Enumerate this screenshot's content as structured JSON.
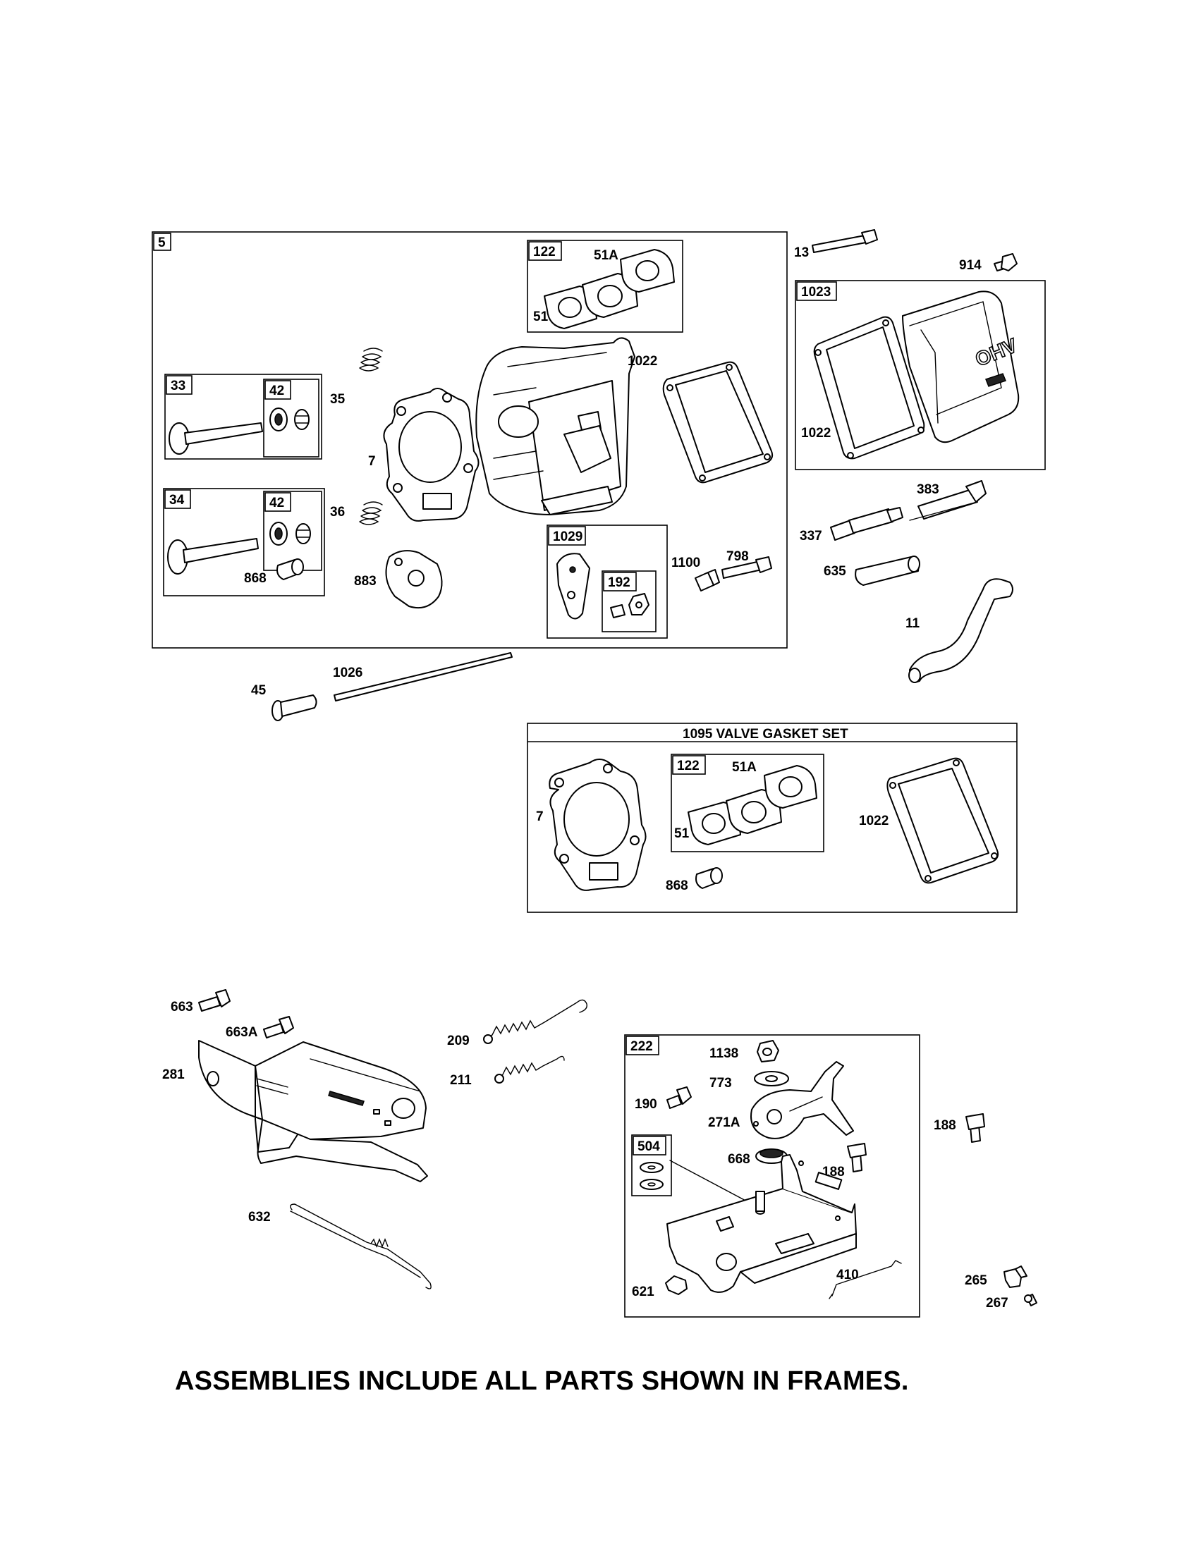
{
  "frames": {
    "head_assembly": "5",
    "intake_gasket_set": "122",
    "exhaust_valve_assy": "33",
    "intake_valve_assy": "34",
    "keeper_set_a": "42",
    "keeper_set_b": "42",
    "rocker_assy": "1029",
    "rocker_nut_set": "192",
    "cover_assy": "1023",
    "valve_gasket_set_title": "1095 VALVE GASKET SET",
    "set_intake_gasket": "122",
    "control_bracket_assy": "222",
    "washer_set": "504"
  },
  "parts": {
    "p51A_top": "51A",
    "p51_top": "51",
    "p1022_top": "1022",
    "p35": "35",
    "p7_top": "7",
    "p36": "36",
    "p868_top": "868",
    "p883": "883",
    "p1100": "1100",
    "p798": "798",
    "p13": "13",
    "p914": "914",
    "p1022_cover": "1022",
    "p383": "383",
    "p337": "337",
    "p635": "635",
    "p11": "11",
    "p45": "45",
    "p1026": "1026",
    "p7_set": "7",
    "p51A_set": "51A",
    "p51_set": "51",
    "p1022_set": "1022",
    "p868_set": "868",
    "p663": "663",
    "p663A": "663A",
    "p281": "281",
    "p209": "209",
    "p211": "211",
    "p632": "632",
    "p1138": "1138",
    "p773": "773",
    "p190": "190",
    "p271A": "271A",
    "p668": "668",
    "p188_in": "188",
    "p621": "621",
    "p410": "410",
    "p188_out": "188",
    "p265": "265",
    "p267": "267"
  },
  "cover_text": "OHV",
  "footer": "ASSEMBLIES INCLUDE ALL PARTS SHOWN IN FRAMES."
}
